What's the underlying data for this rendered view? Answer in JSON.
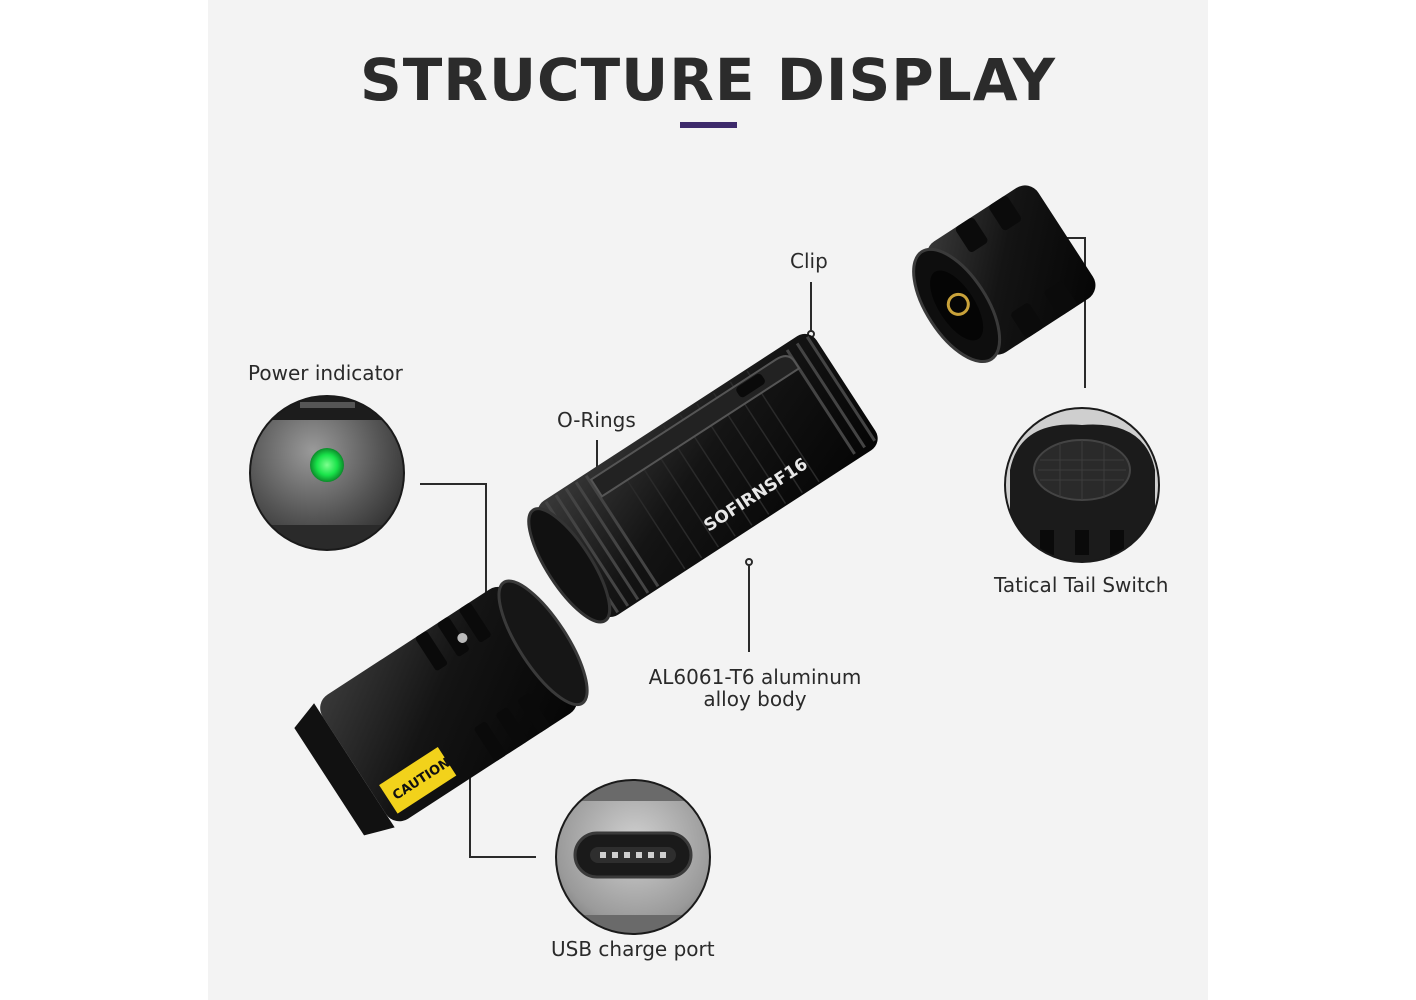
{
  "title": "STRUCTURE DISPLAY",
  "labels": {
    "power_indicator": "Power indicator",
    "clip": "Clip",
    "o_rings": "O-Rings",
    "body_line1": "AL6061-T6 aluminum",
    "body_line2": "alloy body",
    "tail_switch": "Tatical Tail Switch",
    "usb_port": "USB charge port"
  },
  "brand_text": "SOFIRNSF16",
  "caution_text": "CAUTION",
  "colors": {
    "accent": "#3d2a6b",
    "indicator_green": "#19e34a",
    "body_black": "#1a1a1a",
    "background": "#f3f3f3"
  }
}
